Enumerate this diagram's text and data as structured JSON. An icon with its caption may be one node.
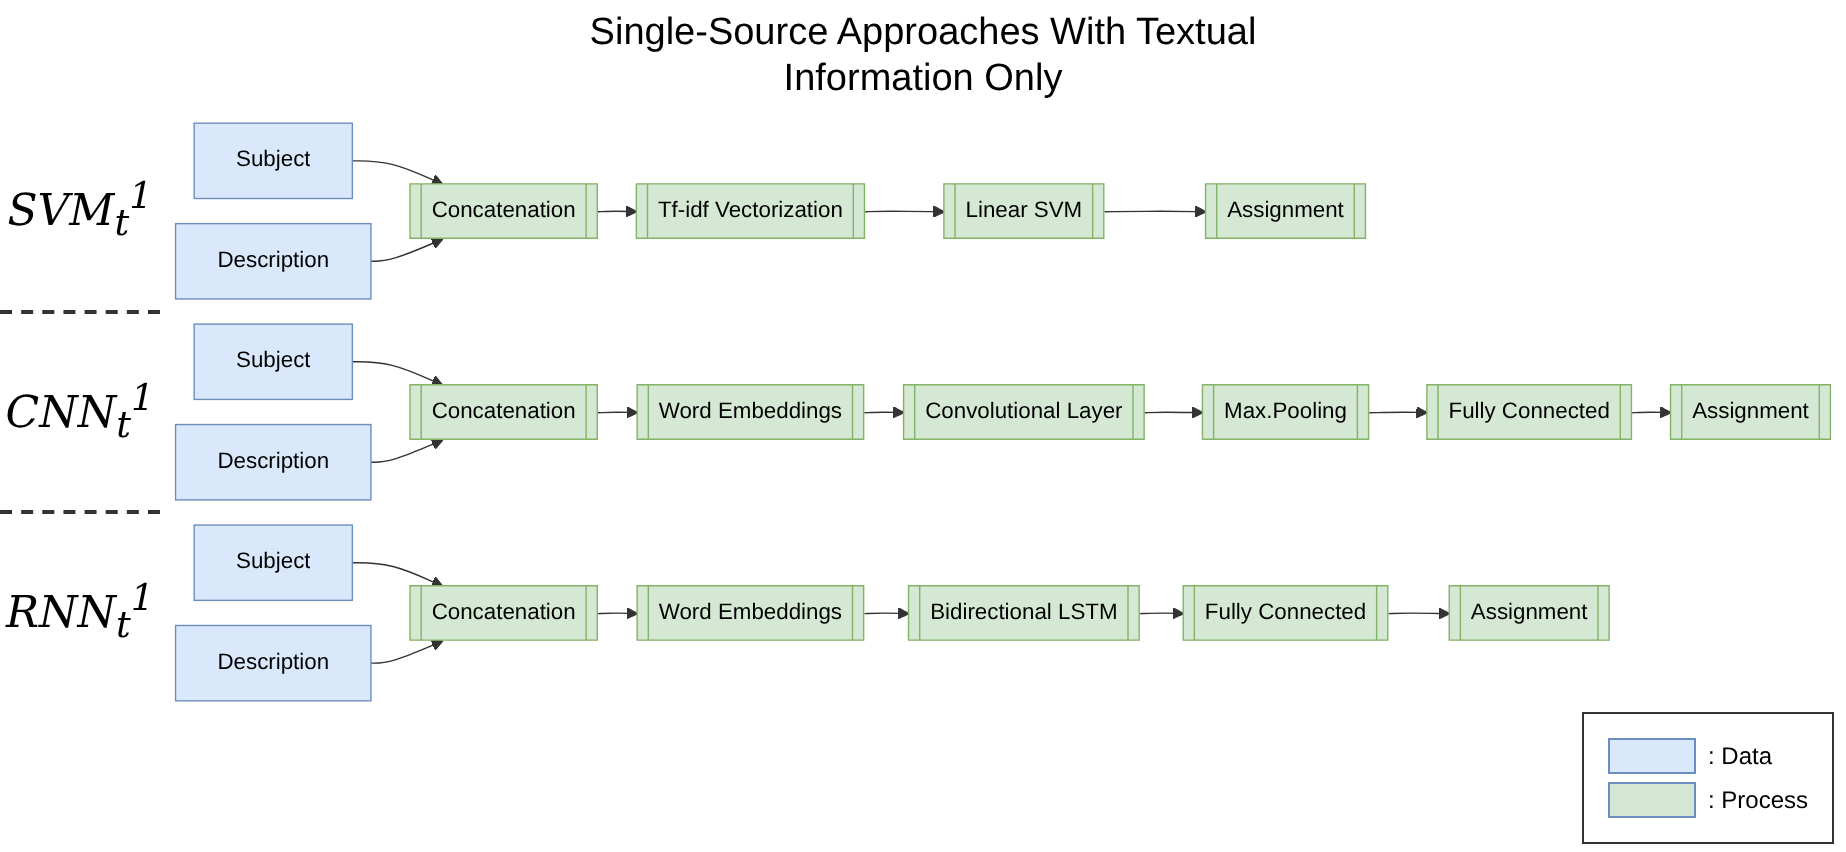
{
  "diagram": {
    "title": "Single-Source Approaches With Textual Information Only",
    "nodes": [
      {
        "text": [
          "Subject"
        ]
      },
      {
        "text": [
          "Description"
        ]
      },
      {
        "text": [
          "Concatenation"
        ]
      },
      {
        "text": [
          "Tf-idf Vectorization"
        ]
      },
      {
        "text": [
          "Linear SVM"
        ]
      },
      {
        "text": [
          "Assignment"
        ]
      },
      {
        "text": [
          "Subject"
        ]
      },
      {
        "text": [
          "Description"
        ]
      },
      {
        "text": [
          "Concatenation"
        ]
      },
      {
        "text": [
          "Word Embeddings"
        ]
      },
      {
        "text": [
          "Convolutional Layer"
        ]
      },
      {
        "text": [
          "Max.Pooling"
        ]
      },
      {
        "text": [
          "Fully Connected"
        ]
      },
      {
        "text": [
          "Assignment"
        ]
      },
      {
        "text": [
          "Subject"
        ]
      },
      {
        "text": [
          "Description"
        ]
      },
      {
        "text": [
          "Concatenation"
        ]
      },
      {
        "text": [
          "Word Embeddings"
        ]
      },
      {
        "text": [
          "Bidirectional LSTM"
        ]
      },
      {
        "text": [
          "Fully Connected"
        ]
      },
      {
        "text": [
          "Assignment"
        ]
      }
    ],
    "edges": [
      {
        "from": 0,
        "to": 2,
        "arrow": "to"
      },
      {
        "from": 1,
        "to": 2,
        "arrow": "to"
      },
      {
        "from": 2,
        "to": 3,
        "arrow": "to"
      },
      {
        "from": 3,
        "to": 4,
        "arrow": "to"
      },
      {
        "from": 4,
        "to": 5,
        "arrow": "to"
      },
      {
        "from": 6,
        "to": 8,
        "arrow": "to"
      },
      {
        "from": 7,
        "to": 8,
        "arrow": "to"
      },
      {
        "from": 8,
        "to": 9,
        "arrow": "to"
      },
      {
        "from": 9,
        "to": 10,
        "arrow": "to"
      },
      {
        "from": 10,
        "to": 11,
        "arrow": "to"
      },
      {
        "from": 11,
        "to": 12,
        "arrow": "to"
      },
      {
        "from": 12,
        "to": 13,
        "arrow": "to"
      },
      {
        "from": 14,
        "to": 16,
        "arrow": "to"
      },
      {
        "from": 15,
        "to": 16,
        "arrow": "to"
      },
      {
        "from": 16,
        "to": 17,
        "arrow": "to"
      },
      {
        "from": 17,
        "to": 18,
        "arrow": "to"
      },
      {
        "from": 18,
        "to": 19,
        "arrow": "to"
      },
      {
        "from": 19,
        "to": 20,
        "arrow": "to"
      }
    ],
    "labels": [
      "SVM$_{t}$$^{1}$",
      "CNN$_{t}$$^{1}$",
      "RNN$_{t}$$^{1}$"
    ],
    "legend": [
      {
        "text": ": Data",
        "color": "#dae8fc"
      },
      {
        "text": ": Process",
        "color": "#d5e8d4"
      }
    ]
  }
}
